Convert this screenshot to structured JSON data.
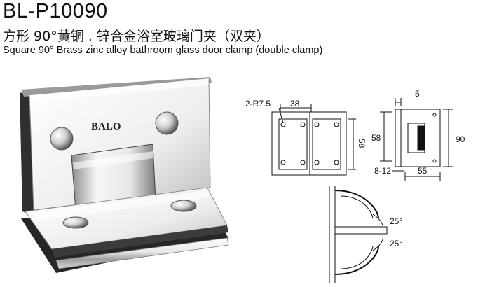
{
  "product": {
    "model": "BL-P10090",
    "title_cn": "方形 90°黄铜 . 锌合金浴室玻璃门夹（双夹）",
    "title_en": "Square 90° Brass zinc alloy bathroom glass door clamp (double clamp)",
    "brand_mark": "BALO"
  },
  "front_drawing": {
    "radius_label": "2-R7.5",
    "width_label": "38",
    "height_label": "58"
  },
  "side_drawing": {
    "thickness_label": "5",
    "inner_height_label": "58",
    "outer_height_label": "90",
    "glass_label": "8-12",
    "depth_label": "55"
  },
  "rotation_drawing": {
    "angle_top": "25°",
    "angle_bottom": "25°"
  },
  "colors": {
    "chrome_light": "#f4f4f4",
    "chrome_mid": "#b9b9b9",
    "chrome_dark": "#3a3a3a",
    "line": "#111111"
  }
}
